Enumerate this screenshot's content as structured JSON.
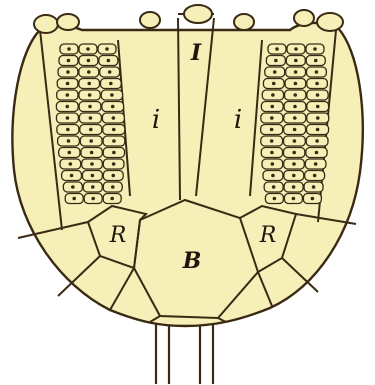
{
  "figure": {
    "colors": {
      "plate_fill": "#f6efb8",
      "outline": "#3a2a14",
      "shadow": "#d8cc92",
      "background": "#ffffff"
    },
    "labels": {
      "inter_top": "I",
      "inter_left": "i",
      "inter_right": "i",
      "radial_left": "R",
      "radial_right": "R",
      "basal": "B"
    }
  }
}
